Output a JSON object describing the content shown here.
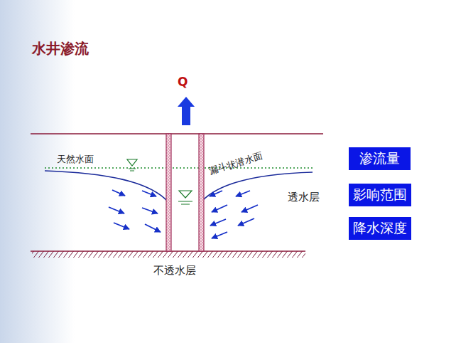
{
  "diagram": {
    "title": "水井渗流",
    "nodes": [
      {
        "text": [
          "渗流量"
        ]
      },
      {
        "text": [
          "影响范围"
        ]
      },
      {
        "text": [
          "降水深度"
        ]
      }
    ],
    "labels": [
      "Q",
      "天然水面",
      "漏斗状潜水面",
      "透水层",
      "不透水层"
    ]
  }
}
